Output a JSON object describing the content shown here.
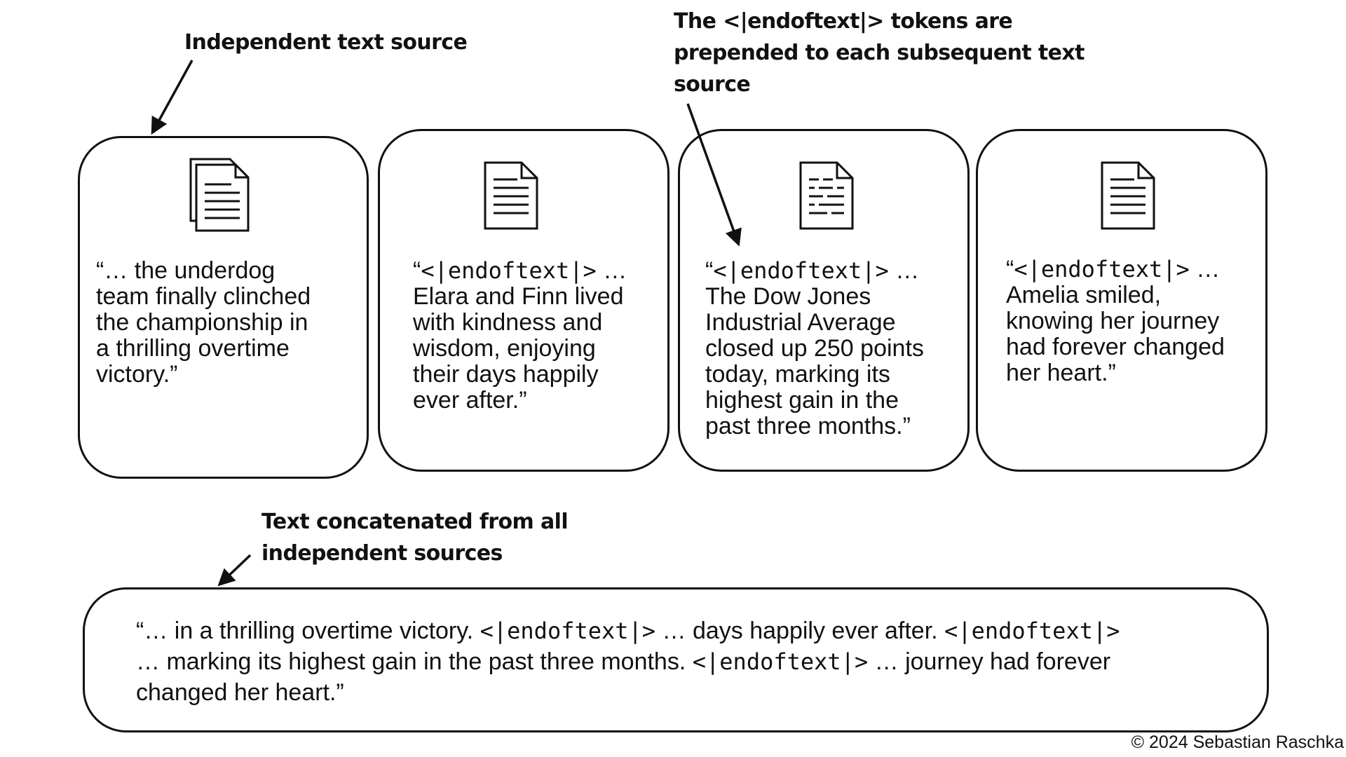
{
  "annotations": {
    "independent_source": "Independent text source",
    "eot_note": [
      "The <|endoftext|> tokens are",
      "prepended to each subsequent text",
      "source"
    ],
    "concatenated": [
      "Text concatenated from all",
      "independent sources"
    ]
  },
  "sources": [
    {
      "icon": "multi-document-icon",
      "token": "",
      "lines": [
        "“… the underdog",
        "team finally clinched",
        "the championship in",
        "a thrilling overtime",
        "victory.”"
      ]
    },
    {
      "icon": "document-icon",
      "token": "<|endoftext|>",
      "lines": [
        "Elara and Finn lived",
        "with kindness and",
        "wisdom, enjoying",
        "their days happily",
        "ever after.”"
      ]
    },
    {
      "icon": "document-dashed-icon",
      "token": "<|endoftext|>",
      "lines": [
        "The Dow Jones",
        "Industrial Average",
        "closed up 250 points",
        "today, marking its",
        "highest gain in the",
        "past three months.”"
      ]
    },
    {
      "icon": "document-icon",
      "token": "<|endoftext|>",
      "lines": [
        "Amelia smiled,",
        "knowing her journey",
        "had forever changed",
        "her heart.”"
      ]
    }
  ],
  "concatenated_text": {
    "line1": {
      "a": "“… in a thrilling overtime victory. ",
      "tok1": "<|endoftext|>",
      "b": " … days happily ever after. ",
      "tok2": "<|endoftext|>"
    },
    "line2": {
      "a": "… marking its highest gain in the past three months. ",
      "tok": "<|endoftext|>",
      "b": " … journey had forever"
    },
    "line3": "changed her heart.”"
  },
  "open_quote": "“",
  "ellipsis": " …",
  "copyright": "© 2024 Sebastian Raschka"
}
